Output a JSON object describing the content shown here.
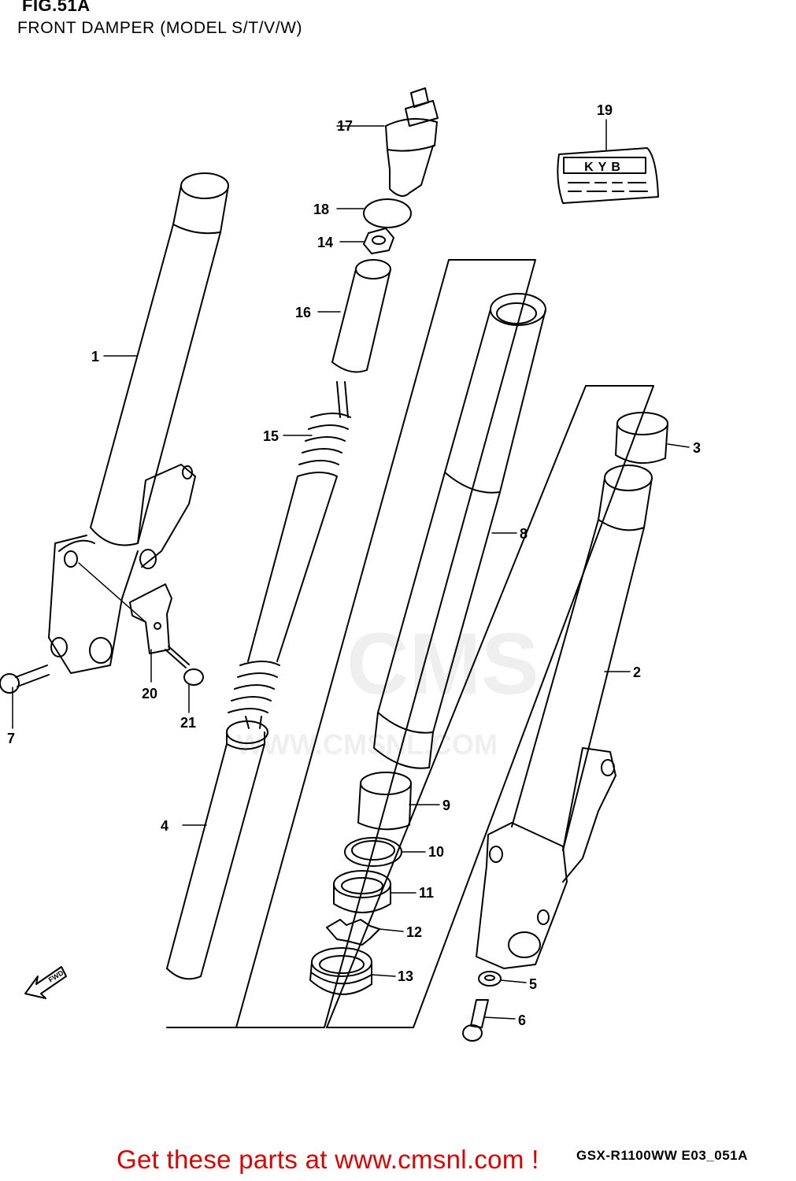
{
  "figure": {
    "title": "FIG.51A",
    "subtitle": "FRONT DAMPER (MODEL S/T/V/W)"
  },
  "footer": {
    "model_code": "GSX-R1100WW  E03_051A",
    "call_to_action": "Get these parts at www.cmsnl.com !"
  },
  "watermark": {
    "logo_text": "CMS",
    "url": "WWW.CMSNL.COM"
  },
  "decal": {
    "brand": "KYB"
  },
  "direction_arrow": {
    "label": "FWD"
  },
  "parts": [
    {
      "number": "1"
    },
    {
      "number": "2"
    },
    {
      "number": "3"
    },
    {
      "number": "4"
    },
    {
      "number": "5"
    },
    {
      "number": "6"
    },
    {
      "number": "7"
    },
    {
      "number": "8"
    },
    {
      "number": "9"
    },
    {
      "number": "10"
    },
    {
      "number": "11"
    },
    {
      "number": "12"
    },
    {
      "number": "13"
    },
    {
      "number": "14"
    },
    {
      "number": "15"
    },
    {
      "number": "16"
    },
    {
      "number": "17"
    },
    {
      "number": "18"
    },
    {
      "number": "19"
    },
    {
      "number": "20"
    },
    {
      "number": "21"
    }
  ],
  "colors": {
    "line": "#000000",
    "cta": "#e00000"
  }
}
